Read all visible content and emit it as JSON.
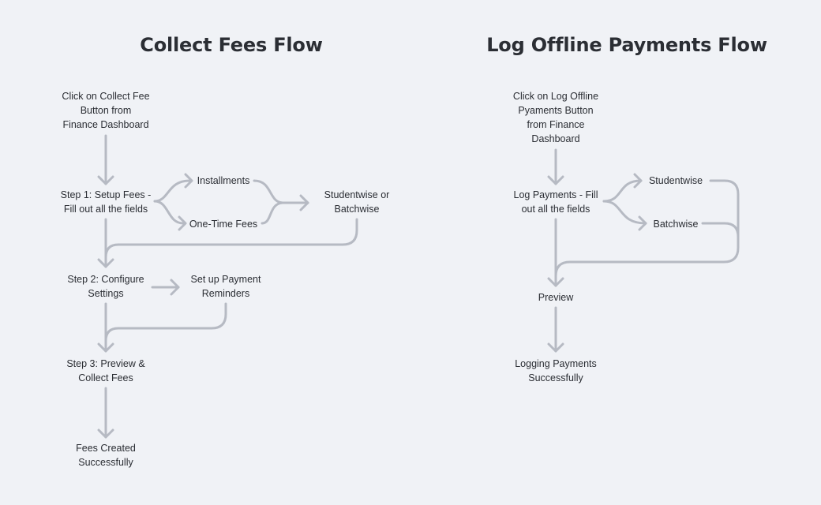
{
  "collect": {
    "title": "Collect Fees Flow",
    "nodes": {
      "start": "Click on Collect Fee\nButton from\nFinance Dashboard",
      "step1": "Step 1: Setup Fees -\nFill out all the fields",
      "installments": "Installments",
      "one_time": "One-Time Fees",
      "studentwise_batchwise": "Studentwise or\nBatchwise",
      "step2": "Step 2: Configure\nSettings",
      "reminders": "Set up Payment\nReminders",
      "step3": "Step 3: Preview &\nCollect Fees",
      "done": "Fees Created\nSuccessfully"
    }
  },
  "offline": {
    "title": "Log Offline Payments Flow",
    "nodes": {
      "start": "Click on Log Offline\nPyaments Button\nfrom Finance\nDashboard",
      "log": "Log Payments - Fill\nout all the fields",
      "studentwise": "Studentwise",
      "batchwise": "Batchwise",
      "preview": "Preview",
      "done": "Logging Payments\nSuccessfully"
    }
  },
  "colors": {
    "background": "#f0f2f6",
    "connector": "#b6bac3",
    "text": "#2a2d33"
  }
}
